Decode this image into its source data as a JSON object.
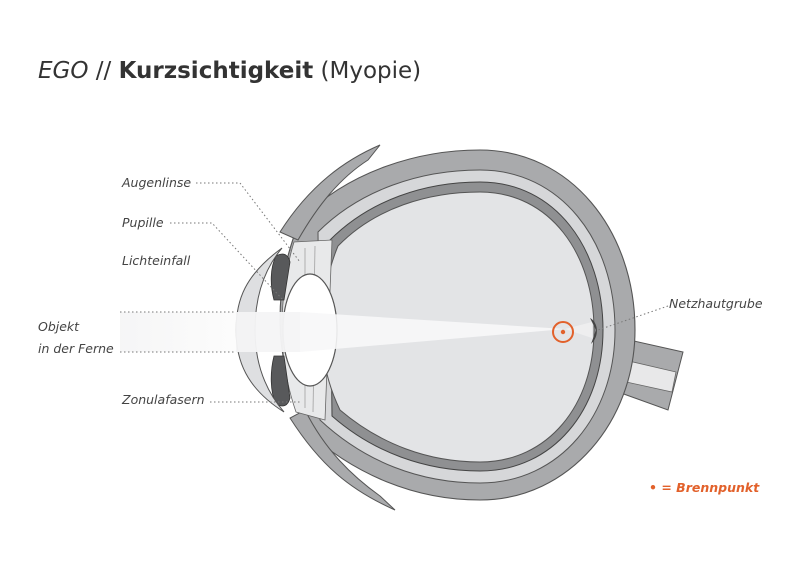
{
  "title": {
    "brand": "EGO",
    "separator": "//",
    "main": "Kurzsichtigkeit",
    "sub": "(Myopie)"
  },
  "labels": {
    "augenlinse": "Augenlinse",
    "pupille": "Pupille",
    "lichteinfall": "Lichteinfall",
    "objekt_line1": "Objekt",
    "objekt_line2": "in der Ferne",
    "zonulafasern": "Zonulafasern",
    "netzhautgrube": "Netzhautgrube"
  },
  "legend": {
    "symbol": "•",
    "text": "= Brennpunkt"
  },
  "colors": {
    "accent": "#e2612b",
    "outer_gray": "#a9aaac",
    "inner_fill": "#e3e4e6",
    "text": "#333333"
  }
}
